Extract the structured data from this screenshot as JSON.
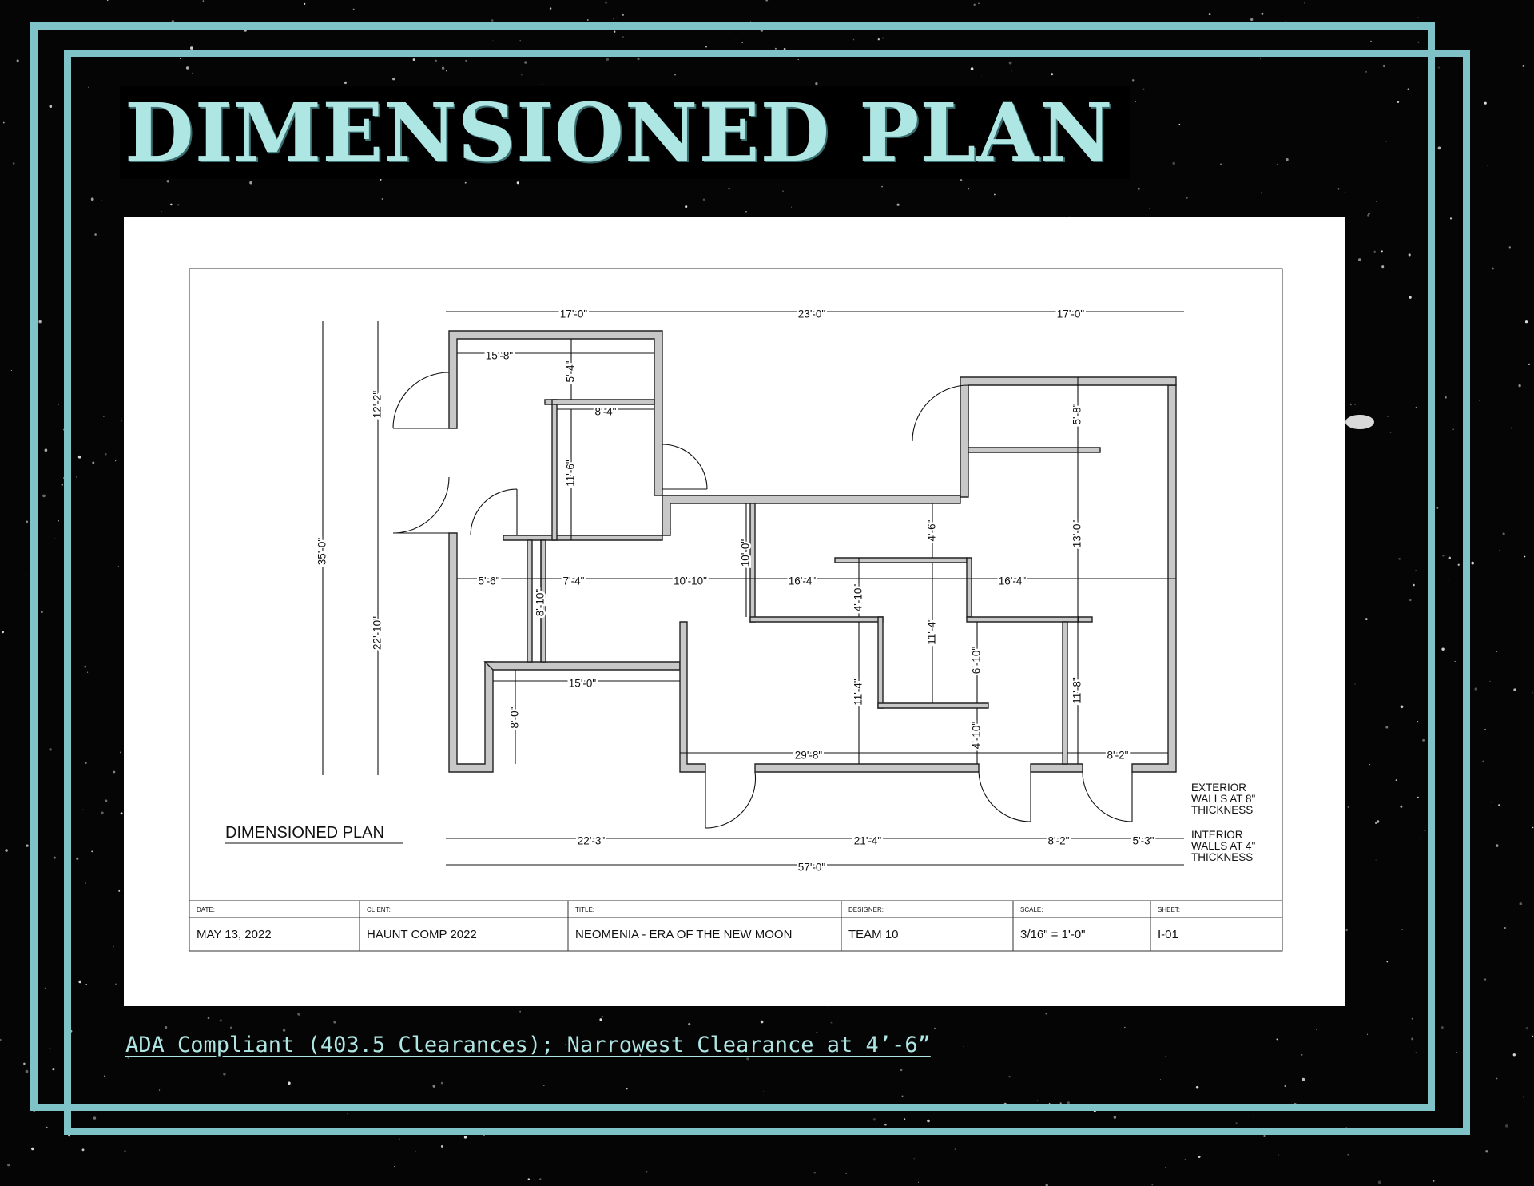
{
  "page_title": "DIMENSIONED PLAN",
  "plan": {
    "drawing_title": "DIMENSIONED PLAN",
    "wall_notes": {
      "exterior": [
        "EXTERIOR",
        "WALLS AT 8\"",
        "THICKNESS"
      ],
      "interior": [
        "INTERIOR",
        "WALLS AT 4\"",
        "THICKNESS"
      ]
    },
    "dimensions": {
      "top_left": "17'-0\"",
      "top_mid": "23'-0\"",
      "top_right": "17'-0\"",
      "left_total": "35'-0\"",
      "left_upper": "12'-2\"",
      "left_lower": "22'-10\"",
      "room_a_width": "15'-8\"",
      "room_a_depth": "5'-4\"",
      "closet_width": "8'-4\"",
      "closet_depth": "11'-6\"",
      "row_a": "5'-6\"",
      "row_b": "7'-4\"",
      "row_c": "10'-10\"",
      "row_d": "16'-4\"",
      "row_e": "16'-4\"",
      "hall_depth": "8'-10\"",
      "center_depth": "10'-0\"",
      "lower_left_width": "15'-0\"",
      "lower_left_depth": "8'-0\"",
      "right_upper": "5'-8\"",
      "right_mid": "13'-0\"",
      "right_lower": "11'-8\"",
      "inner_a": "4'-6\"",
      "inner_b": "4'-10\"",
      "inner_c": "11'-4\"",
      "inner_d": "11'-4\"",
      "inner_e": "6'-10\"",
      "inner_f": "4'-10\"",
      "bottom_room": "29'-8\"",
      "bottom_right_room": "8'-2\"",
      "bot_a": "22'-3\"",
      "bot_b": "21'-4\"",
      "bot_c": "8'-2\"",
      "bot_d": "5'-3\"",
      "overall": "57'-0\""
    },
    "title_block": [
      {
        "label": "DATE:",
        "value": "MAY 13, 2022"
      },
      {
        "label": "CLIENT:",
        "value": "HAUNT COMP 2022"
      },
      {
        "label": "TITLE:",
        "value": "NEOMENIA - ERA OF THE NEW MOON"
      },
      {
        "label": "DESIGNER:",
        "value": "TEAM 10"
      },
      {
        "label": "SCALE:",
        "value": "3/16\" = 1'-0\""
      },
      {
        "label": "SHEET:",
        "value": "I-01"
      }
    ]
  },
  "ada_note": "ADA Compliant (403.5 Clearances); Narrowest Clearance at 4’-6”",
  "colors": {
    "frame": "#7fc3c8",
    "title_text": "#aee6e4",
    "background": "#050505"
  }
}
